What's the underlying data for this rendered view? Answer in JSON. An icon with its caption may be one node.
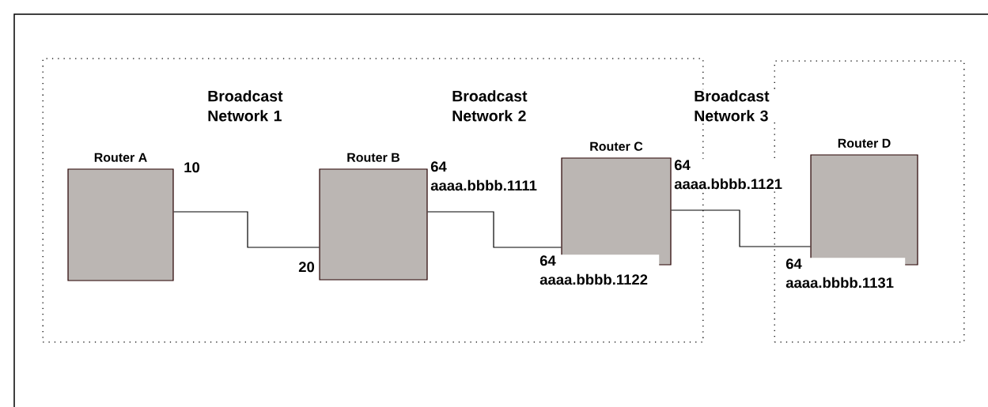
{
  "diagram": {
    "nodes": [
      {
        "text": [],
        "shape": "box"
      },
      {
        "text": [
          "Router A"
        ],
        "in": 0,
        "beside": [
          "10"
        ]
      },
      {
        "text": [
          "Router B"
        ],
        "in": 0,
        "beside": [
          "64 aaaa.bbbb.1111",
          "20"
        ]
      },
      {
        "text": [
          "Router C"
        ],
        "in": 0,
        "beside": [
          "64 aaaa.bbbb.1121",
          "64 aaaa.bbbb.1122"
        ]
      },
      {
        "text": [],
        "shape": "box"
      },
      {
        "text": [
          "Router D"
        ],
        "in": 4,
        "beside": [
          "64 aaaa.bbbb.1131"
        ]
      }
    ],
    "edges": [
      {
        "from": 1,
        "to": 2,
        "arrow": "none"
      },
      {
        "from": 2,
        "to": 3,
        "arrow": "none"
      },
      {
        "from": 3,
        "to": 5,
        "arrow": "none"
      }
    ],
    "labels": [
      "Broadcast Network 1",
      "Broadcast Network 2",
      "Broadcast Network 3"
    ]
  }
}
